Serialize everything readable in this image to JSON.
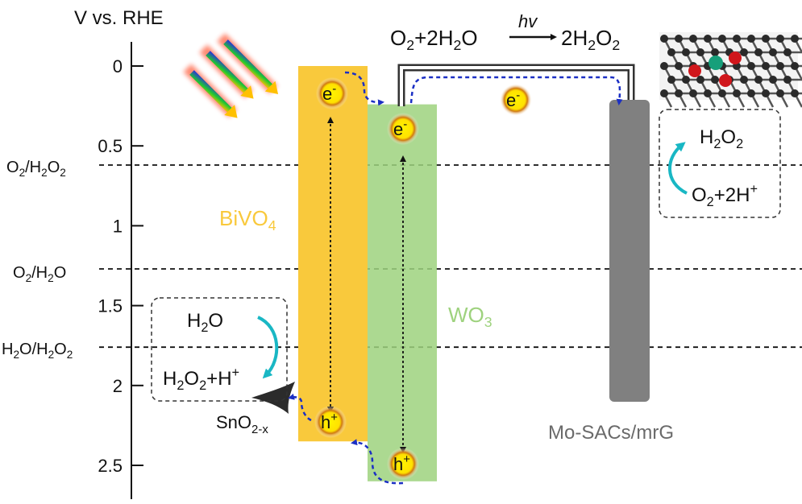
{
  "axis": {
    "title": "V vs. RHE",
    "ticks": [
      {
        "value": 0,
        "label": "0"
      },
      {
        "value": 0.5,
        "label": "0.5"
      },
      {
        "value": 1,
        "label": "1"
      },
      {
        "value": 1.5,
        "label": "1.5"
      },
      {
        "value": 2,
        "label": "2"
      },
      {
        "value": 2.5,
        "label": "2.5"
      }
    ]
  },
  "potentials": {
    "o2_h2o2": {
      "main1": "O",
      "sub1": "2",
      "main2": "/H",
      "sub2": "2",
      "main3": "O",
      "sub3": "2",
      "value": 0.62
    },
    "o2_h2o": {
      "main1": "O",
      "sub1": "2",
      "main2": "/H",
      "sub2": "2",
      "main3": "O",
      "value": 1.27
    },
    "h2o_h2o2": {
      "main1": "H",
      "sub1": "2",
      "main2": "O/H",
      "sub2": "2",
      "main3": "O",
      "sub3": "2",
      "value": 1.76
    }
  },
  "materials": {
    "bivo4": {
      "main": "BiVO",
      "sub": "4",
      "color": "#F9C93C",
      "cb": 0.0,
      "vb": 2.35
    },
    "wo3": {
      "main": "WO",
      "sub": "3",
      "color": "#9ED27E",
      "cb": 0.24,
      "vb": 2.6
    },
    "mo_sac": {
      "label": "Mo-SACs/mrG",
      "color": "#808080"
    },
    "sno2": {
      "main": "SnO",
      "sub": "2-x"
    }
  },
  "reaction": {
    "lhs": {
      "p1": "O",
      "s1": "2",
      "p2": "+2H",
      "s2": "2",
      "p3": "O"
    },
    "over_arrow": "hv",
    "rhs": {
      "p1": "2H",
      "s1": "2",
      "p2": "O",
      "s2": "2"
    }
  },
  "boxes": {
    "cathode": {
      "product": {
        "p1": "H",
        "s1": "2",
        "p2": "O",
        "s2": "2"
      },
      "reactant": {
        "p1": "O",
        "s1": "2",
        "p2": "+2H",
        "sup": "+"
      }
    },
    "anode": {
      "reactant": {
        "p1": "H",
        "s1": "2",
        "p2": "O"
      },
      "product": {
        "p1": "H",
        "s1": "2",
        "p2": "O",
        "s2": "2",
        "p3": "+H",
        "sup": "+"
      }
    }
  },
  "carriers": {
    "electron": {
      "main": "e",
      "sup": "-"
    },
    "hole": {
      "main": "h",
      "sup": "+"
    }
  },
  "colors": {
    "arrow_dashed": "#1B2FC4",
    "curved_arrow": "#19B7C4",
    "electron_core": "#FFE800",
    "electron_glow": "#B8540A",
    "sac_red": "#D0161B",
    "sac_green": "#169F7A"
  }
}
